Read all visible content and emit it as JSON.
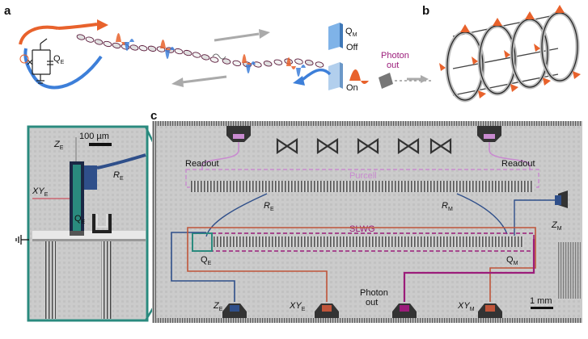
{
  "panels": {
    "a": "a",
    "b": "b",
    "c": "c"
  },
  "panel_a": {
    "qubit": "Q",
    "qubit_sub": "E",
    "mirror_qubit": "Q",
    "mirror_qubit_sub": "M",
    "off": "Off",
    "on": "On",
    "photon_out_line1": "Photon",
    "photon_out_line2": "out"
  },
  "inset": {
    "scalebar": "100 µm",
    "z": "Z",
    "z_sub": "E",
    "r": "R",
    "r_sub": "E",
    "xy": "XY",
    "xy_sub": "E",
    "q": "Q",
    "q_sub": "E"
  },
  "panel_c": {
    "readout_left": "Readout",
    "readout_right": "Readout",
    "purcell": "Purcell",
    "re": "R",
    "re_sub": "E",
    "rm": "R",
    "rm_sub": "M",
    "slwg": "SLWG",
    "qe": "Q",
    "qe_sub": "E",
    "qm": "Q",
    "qm_sub": "M",
    "zm": "Z",
    "zm_sub": "M",
    "ze": "Z",
    "ze_sub": "E",
    "xye": "XY",
    "xye_sub": "E",
    "photon_out_line1": "Photon",
    "photon_out_line2": "out",
    "xym": "XY",
    "xym_sub": "M",
    "scalebar": "1 mm"
  },
  "colors": {
    "orange": "#e8622c",
    "blue": "#3d7fd9",
    "teal": "#2a8a7e",
    "purple": "#9b1c7a",
    "pink": "#c98bd0",
    "navy": "#2f4f8a",
    "chip": "#c9c9c9"
  }
}
